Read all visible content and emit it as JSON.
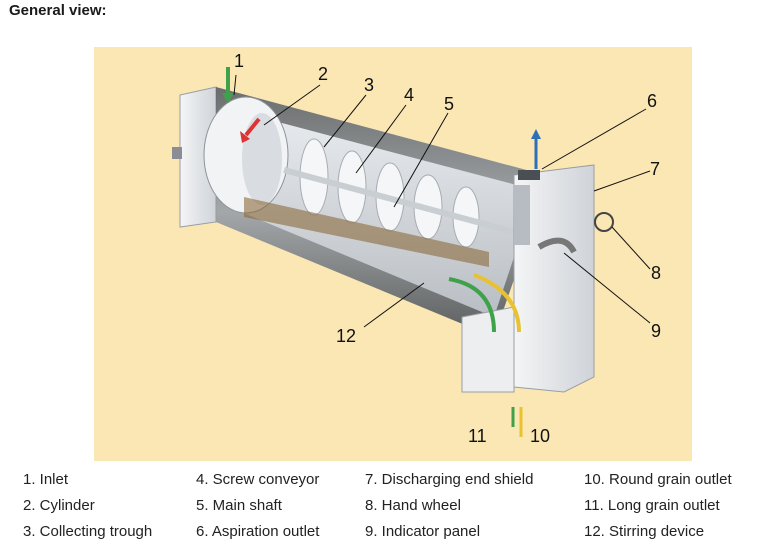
{
  "page": {
    "title": "General view:"
  },
  "figure": {
    "callouts": [
      "1",
      "2",
      "3",
      "4",
      "5",
      "6",
      "7",
      "8",
      "9",
      "10",
      "11",
      "12"
    ]
  },
  "legend": {
    "items": [
      "1. Inlet",
      "2. Cylinder",
      "3. Collecting trough",
      "4. Screw conveyor",
      "5. Main shaft",
      "6. Aspiration outlet",
      "7. Discharging end shield",
      "8. Hand wheel",
      "9. Indicator panel",
      "10. Round grain outlet",
      "11. Long grain outlet",
      "12. Stirring device"
    ]
  }
}
